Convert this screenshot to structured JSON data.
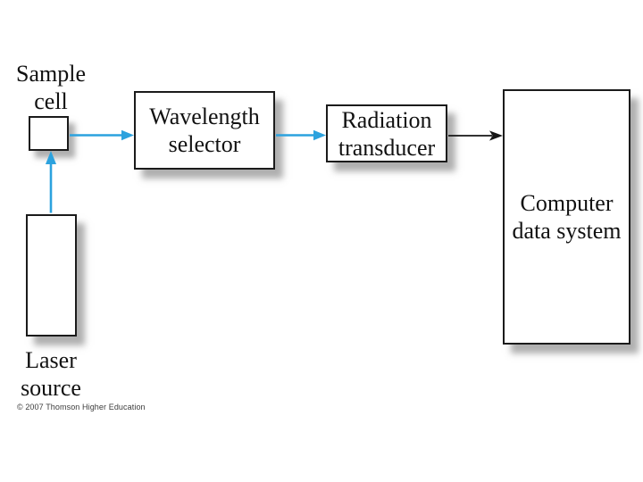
{
  "colors": {
    "arrow_blue": "#2CA2DE",
    "arrow_black": "#161616",
    "box_border": "#1b1b1b",
    "text": "#111111",
    "background": "#ffffff"
  },
  "diagram": {
    "labels": {
      "sample_cell": "Sample\ncell",
      "laser_source": "Laser\nsource"
    },
    "boxes": {
      "wavelength_selector": "Wavelength\nselector",
      "radiation_transducer": "Radiation\ntransducer",
      "computer_data_system": "Computer\ndata system"
    },
    "connections": [
      {
        "from": "laser-source",
        "to": "sample-cell",
        "color": "blue"
      },
      {
        "from": "sample-cell",
        "to": "wavelength-selector",
        "color": "blue"
      },
      {
        "from": "wavelength-selector",
        "to": "radiation-transducer",
        "color": "blue"
      },
      {
        "from": "radiation-transducer",
        "to": "computer-data-system",
        "color": "black"
      }
    ],
    "copyright": "© 2007 Thomson Higher Education"
  }
}
